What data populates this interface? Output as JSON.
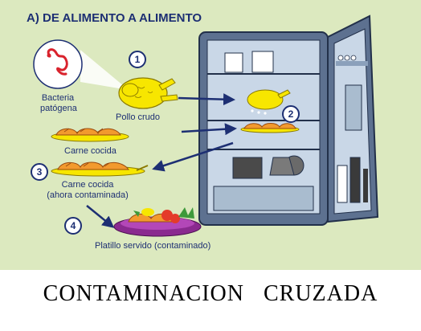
{
  "header": {
    "section_letter": "A)",
    "title": "DE ALIMENTO A ALIMENTO"
  },
  "labels": {
    "bacteria_line1": "Bacteria",
    "bacteria_line2": "patógena",
    "raw_chicken": "Pollo crudo",
    "cooked_meat": "Carne cocida",
    "cooked_meat_again_line1": "Carne cocida",
    "cooked_meat_again_line2": "(ahora contaminada)",
    "served_dish": "Platillo servido (contaminado)"
  },
  "steps": [
    "1",
    "2",
    "3",
    "4"
  ],
  "caption": "CONTAMINACION   CRUZADA",
  "colors": {
    "panel_background": "#dce9bf",
    "text_blue": "#1d2f73",
    "fridge_body": "#5d7190",
    "fridge_interior": "#c9d7e7",
    "chicken_yellow": "#f7e600",
    "meat_orange": "#f29a2e",
    "bacteria_red": "#d9232d",
    "plate_purple": "#8a2a8f"
  },
  "icons": [
    "bacteria-icon",
    "raw-chicken-icon",
    "cooked-meat-icon",
    "refrigerator-icon",
    "served-dish-icon",
    "arrow-icon"
  ]
}
